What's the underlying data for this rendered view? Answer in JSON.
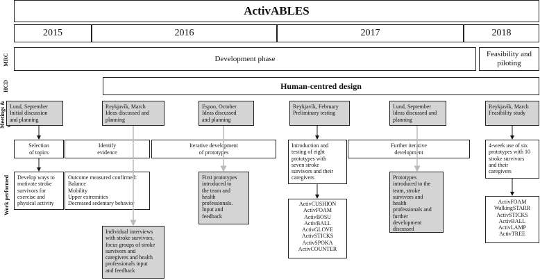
{
  "title": "ActivABLES",
  "years": [
    "2015",
    "2016",
    "2017",
    "2018"
  ],
  "row_labels": {
    "mrc": "MRC",
    "hcd": "HCD",
    "meetings": "Meetings &\nworkshops",
    "work": "Work performed"
  },
  "mrc": {
    "development": "Development phase",
    "feasibility": "Feasibility and\npiloting"
  },
  "hcd": {
    "title": "Human-centred design"
  },
  "meetings": [
    "Lund, September\nInitial discussion\nand planning",
    "Reykjavík, March\nIdeas discussed and\nplanning",
    "Espoo, October\nIdeas discussed\nand planning",
    "Reykjavík, February\nPreliminary testing",
    "Lund, September\nIdeas discussed and\nplanning",
    "Reykjavík, March\nFeasibility study"
  ],
  "work": {
    "selection": "Selection\nof topics",
    "identify": "Identify\nevidence",
    "iterative": "Iterative development\nof prototypes",
    "introduction": "Introduction and\ntesting of eight\nprototypes with\nseven stroke\nsurvivors and their\ncaregivers",
    "further": "Further iterative\ndevelopment",
    "four_week": "4-week use of six\nprototypes with 10\nstroke survivors\nand their\ncaregivers",
    "develop_ways": "Develop ways to\nmotivate stroke\nsurvivors for\nexercise and\nphysical activity",
    "outcome": "Outcome measured confirmed:\nBalance\nMobility\nUpper extremities\nDecreased sedentary behavior",
    "first_prototypes": "First prototypes\nintroduced to\nthe team and\nhealth\nprofessionals.\nInput and\nfeedback",
    "prototypes_2017": "Prototypes\nintroduced to the\nteam, stroke\nsurvivors and\nhealth\nprofessionals and\nfurther\ndevelopment\ndiscussed",
    "interviews": "Individual interviews\nwith stroke survivors,\nfocus groups of stroke\nsurvivors and\ncaregivers and health\nprofessionals input\nand feedback"
  },
  "prototypes_2017": [
    "ActivCUSHION",
    "ActivFOAM",
    "ActivBOSU",
    "ActivBALL",
    "ActivGLOVE",
    "ActivSTICKS",
    "ActivSPOKA",
    "ActivCOUNTER"
  ],
  "prototypes_2018": [
    "ActivFOAM",
    "WalkingSTARR",
    "ActivSTICKS",
    "ActivBALL",
    "ActivLAMP",
    "ActivTREE"
  ]
}
